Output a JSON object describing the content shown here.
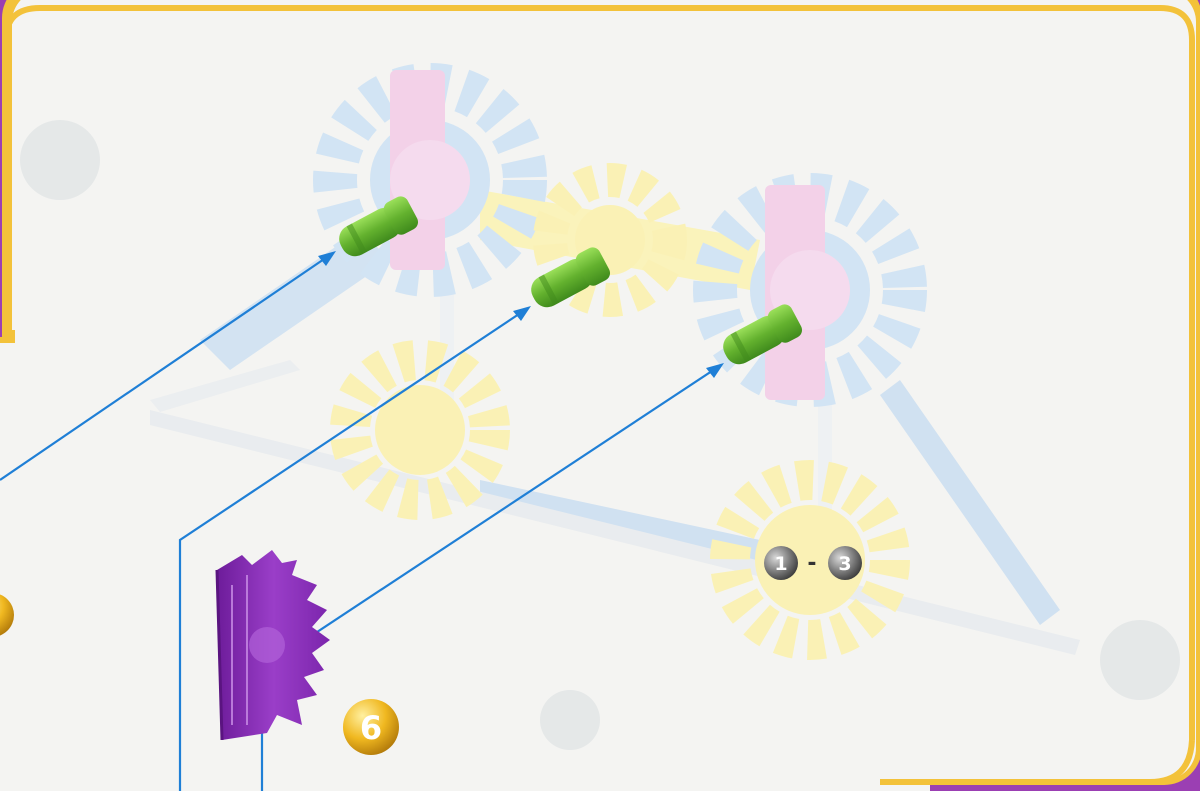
{
  "instruction_page": {
    "step_range": {
      "from": "1",
      "separator": "-",
      "to": "3"
    },
    "step_badge": "6",
    "colors": {
      "frame_purple": "#9b3fb3",
      "frame_gold": "#f3c23a",
      "callout_blue": "#1f7fd6",
      "connector_green": "#6fbf3a",
      "part_purple": "#8a2db8",
      "ghost_blue": "#bcd8f0",
      "ghost_pink": "#f3c3e3",
      "ghost_yellow": "#fff3a6",
      "badge_gold": "#e9b21e",
      "badge_grey": "#6b6b6b"
    },
    "icons": {
      "connector": "green-connector-icon",
      "part": "purple-gear-icon"
    }
  }
}
